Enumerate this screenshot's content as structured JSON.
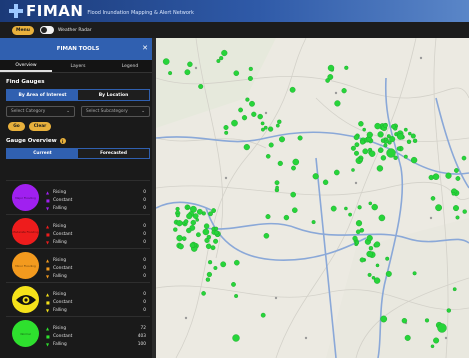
{
  "header": {
    "brand": "FIMAN",
    "subtitle": "Flood Inundation Mapping & Alert Network",
    "colors": {
      "start": "#1b3a78",
      "end": "#5a86c8"
    }
  },
  "toolbar": {
    "menu_label": "Menu",
    "toggle_label": "Weather Radar"
  },
  "panel": {
    "title": "FIMAN TOOLS",
    "close_icon": "close-icon",
    "tabs": [
      "Overview",
      "Layers",
      "Legend"
    ],
    "find_gauges": {
      "title": "Find Gauges",
      "modes": [
        "By Area of Interest",
        "By Location"
      ],
      "category_placeholder": "Select Category",
      "subcategory_placeholder": "Select Subcategory",
      "go_label": "Go",
      "clear_label": "Clear"
    },
    "gauge_overview": {
      "title": "Gauge Overview",
      "modes": [
        "Current",
        "Forecasted"
      ],
      "groups": [
        {
          "color": "#a020f0",
          "icon_text": "Major Flooding",
          "rows": [
            {
              "label": "Rising",
              "value": "0",
              "tri": "#a020f0"
            },
            {
              "label": "Constant",
              "value": "0",
              "tri": "#a020f0"
            },
            {
              "label": "Falling",
              "value": "0",
              "tri": "#a020f0"
            }
          ]
        },
        {
          "color": "#ee1c1c",
          "icon_text": "Moderate Flooding",
          "rows": [
            {
              "label": "Rising",
              "value": "0",
              "tri": "#ee1c1c"
            },
            {
              "label": "Constant",
              "value": "0",
              "tri": "#ee1c1c"
            },
            {
              "label": "Falling",
              "value": "0",
              "tri": "#ee1c1c"
            }
          ]
        },
        {
          "color": "#f39a1e",
          "icon_text": "Minor Flooding",
          "rows": [
            {
              "label": "Rising",
              "value": "0",
              "tri": "#f39a1e"
            },
            {
              "label": "Constant",
              "value": "0",
              "tri": "#f39a1e"
            },
            {
              "label": "Falling",
              "value": "0",
              "tri": "#f39a1e"
            }
          ]
        },
        {
          "color": "#f5e21a",
          "icon_text": "Action",
          "rows": [
            {
              "label": "Rising",
              "value": "0",
              "tri": "#f5e21a"
            },
            {
              "label": "Constant",
              "value": "0",
              "tri": "#f5e21a"
            },
            {
              "label": "Falling",
              "value": "0",
              "tri": "#f5e21a"
            }
          ]
        },
        {
          "color": "#2ee02e",
          "icon_text": "Normal",
          "rows": [
            {
              "label": "Rising",
              "value": "72",
              "tri": "#2ee02e"
            },
            {
              "label": "Constant",
              "value": "403",
              "tri": "#2ee02e"
            },
            {
              "label": "Falling",
              "value": "100",
              "tri": "#2ee02e"
            }
          ]
        }
      ]
    }
  },
  "map": {
    "background": "#f0efe9",
    "gauge_color": "#27d43a",
    "road_color": "#8aa8d8"
  }
}
